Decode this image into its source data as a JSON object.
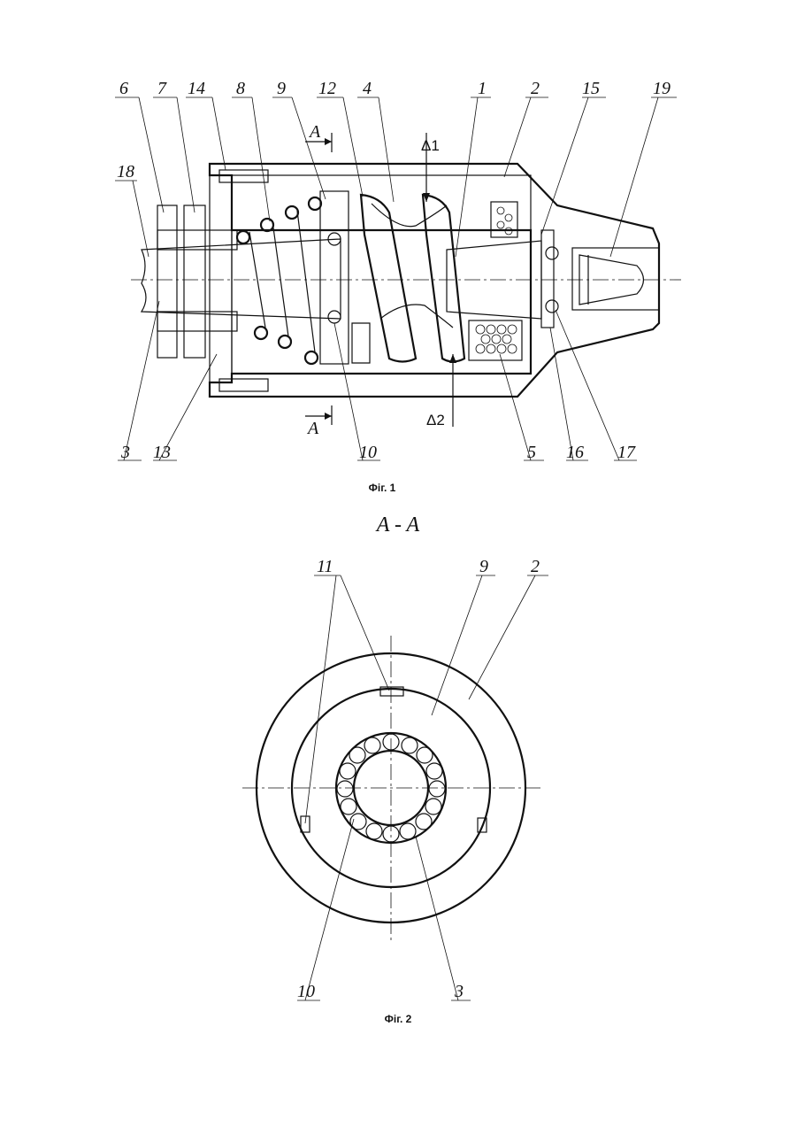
{
  "figure1": {
    "caption": "Фіг. 1",
    "labels_top": [
      "6",
      "7",
      "14",
      "8",
      "9",
      "12",
      "4",
      "1",
      "2",
      "15",
      "19"
    ],
    "labels_bottom": [
      "3",
      "13",
      "10",
      "5",
      "16",
      "17"
    ],
    "label_left": "18",
    "section_mark_top": "A",
    "section_mark_bottom": "A",
    "delta1": "Δ1",
    "delta2": "Δ2"
  },
  "figure2": {
    "section_title": "A - A",
    "caption": "Фіг. 2",
    "labels_top": [
      "11",
      "9",
      "2"
    ],
    "labels_bottom": [
      "10",
      "3"
    ]
  }
}
